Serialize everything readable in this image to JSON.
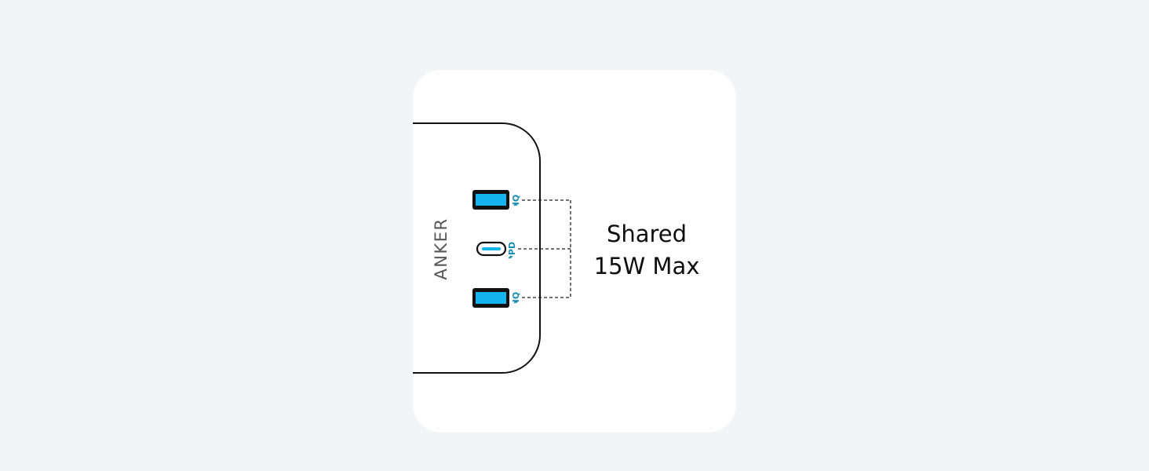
{
  "brand": {
    "name": "ANKER"
  },
  "ports": [
    {
      "type": "usb-a",
      "tag": "IQ"
    },
    {
      "type": "usb-c",
      "tag": "PD"
    },
    {
      "type": "usb-a",
      "tag": "IQ"
    }
  ],
  "caption": {
    "line1": "Shared",
    "line2": "15W Max"
  },
  "colors": {
    "background": "#f3f4f6",
    "card": "#ffffff",
    "outline": "#111111",
    "port_fill": "#14b4ee",
    "tag": "#1a8fb4"
  }
}
